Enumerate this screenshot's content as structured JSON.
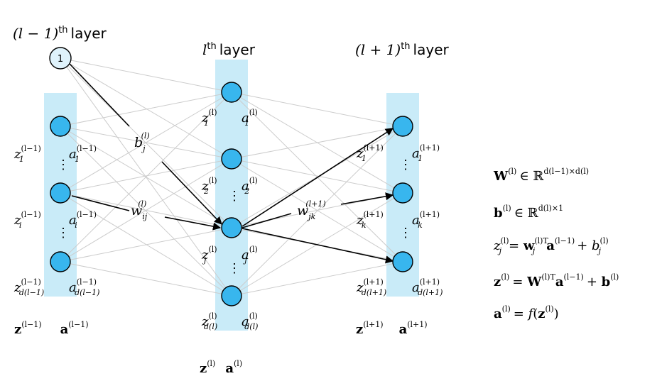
{
  "headers": {
    "left": {
      "math": "(l − 1)",
      "sup": "th",
      "word": "layer"
    },
    "middle": {
      "math": "l",
      "sup": "th",
      "word": "layer"
    },
    "right": {
      "math": "(l + 1)",
      "sup": "th",
      "word": "layer"
    }
  },
  "bias_node_label": "1",
  "colors": {
    "layer_band": "#c9ebf8",
    "neuron_fill": "#38b6ee",
    "bias_fill": "#dff2fb",
    "stroke": "#000000",
    "faint_edge": "#cccccc"
  },
  "left_layer": {
    "neurons": [
      {
        "z": "z",
        "z_sub": "1",
        "z_sup": "(l−1)",
        "a": "a",
        "a_sub": "1",
        "a_sup": "(l−1)"
      },
      {
        "z": "z",
        "z_sub": "i",
        "z_sup": "(l−1)",
        "a": "a",
        "a_sub": "i",
        "a_sup": "(l−1)"
      },
      {
        "z": "z",
        "z_sub": "d(l−1)",
        "z_sup": "(l−1)",
        "a": "a",
        "a_sub": "d(l−1)",
        "a_sup": "(l−1)"
      }
    ],
    "vector_z": "z",
    "vector_a": "a",
    "vector_sup": "(l−1)"
  },
  "middle_layer": {
    "neurons": [
      {
        "z": "z",
        "z_sub": "1",
        "z_sup": "(l)",
        "a": "a",
        "a_sub": "1",
        "a_sup": "(l)"
      },
      {
        "z": "z",
        "z_sub": "2",
        "z_sup": "(l)",
        "a": "a",
        "a_sub": "2",
        "a_sup": "(l)"
      },
      {
        "z": "z",
        "z_sub": "j",
        "z_sup": "(l)",
        "a": "a",
        "a_sub": "j",
        "a_sup": "(l)"
      },
      {
        "z": "z",
        "z_sub": "d(l)",
        "z_sup": "(l)",
        "a": "a",
        "a_sub": "d(l)",
        "a_sup": "(l)"
      }
    ],
    "vector_z": "z",
    "vector_a": "a",
    "vector_sup": "(l)"
  },
  "right_layer": {
    "neurons": [
      {
        "z": "z",
        "z_sub": "1",
        "z_sup": "(l+1)",
        "a": "a",
        "a_sub": "1",
        "a_sup": "(l+1)"
      },
      {
        "z": "z",
        "z_sub": "k",
        "z_sup": "(l+1)",
        "a": "a",
        "a_sub": "k",
        "a_sup": "(l+1)"
      },
      {
        "z": "z",
        "z_sub": "d(l+1)",
        "z_sup": "(l+1)",
        "a": "a",
        "a_sub": "d(l+1)",
        "a_sup": "(l+1)"
      }
    ],
    "vector_z": "z",
    "vector_a": "a",
    "vector_sup": "(l+1)"
  },
  "edge_labels": {
    "bias": {
      "base": "b",
      "sub": "j",
      "sup": "(l)"
    },
    "weight_ij": {
      "base": "w",
      "sub": "ij",
      "sup": "(l)"
    },
    "weight_jk": {
      "base": "w",
      "sub": "jk",
      "sup": "(l+1)"
    }
  },
  "equations": [
    "W(l) ∈ ℝ^(d(l−1)×d(l))",
    "b(l) ∈ ℝ^(d(l)×1)",
    "zj(l) = wj(l)T a(l−1) + bj(l)",
    "z(l) = W(l)T a(l−1) + b(l)",
    "a(l) = f(z(l))"
  ]
}
